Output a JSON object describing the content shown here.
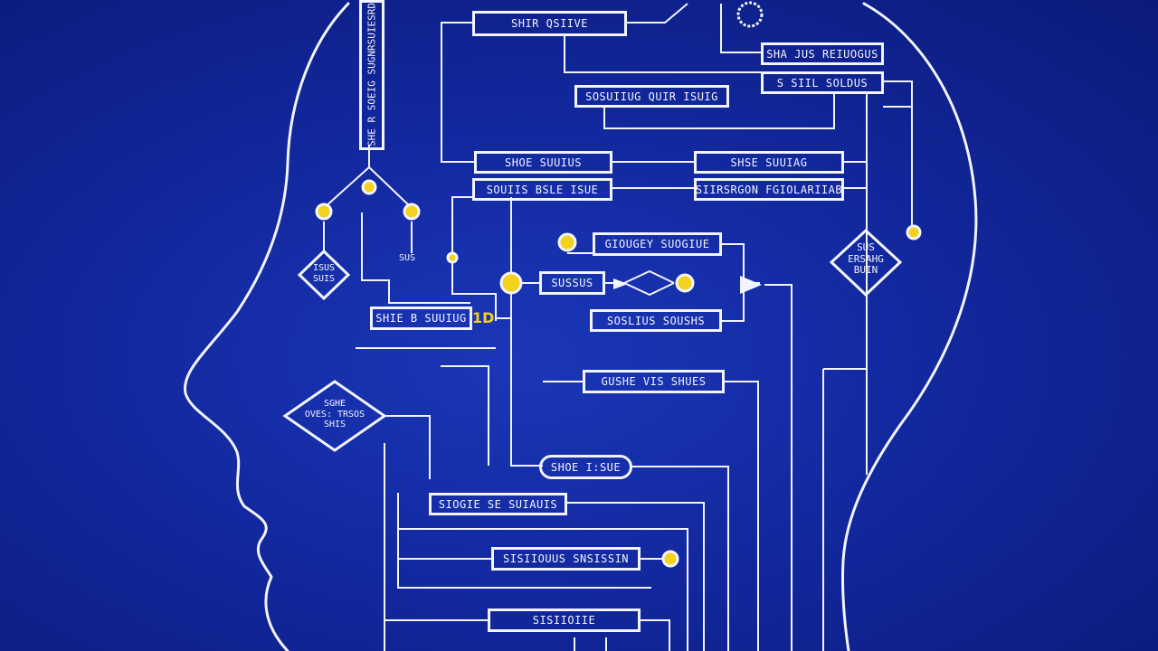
{
  "colors": {
    "background": "#12289e",
    "line": "#f2f4ff",
    "node_fill": "#f2d21c",
    "node_stroke": "#f2f4ff"
  },
  "boxes": {
    "top_center": "SHIR QSIIVE",
    "top_right_1": "SHA JUS REIUOGUS",
    "top_right_2": "S SIIL SOLDUS",
    "upper_mid": "SOSUIIUG QUIR ISUIG",
    "mid_left_1": "SHOE SUUIUS",
    "mid_left_2": "SOUIIS BSLE ISUE",
    "mid_right_1": "SHSE SUUIAG",
    "mid_right_2": "SIIRSRGON FGIOLARIIAB",
    "center_top": "GIOUGEY SUOGIUE",
    "center_small": "SUSSUS",
    "center_bottom": "SOSLIUS SOUSHS",
    "left_label": "SHIE B SUUIUG",
    "left_accent": "1D",
    "lower_mid": "GUSHE VIS SHUES",
    "pill": "SHOE I:SUE",
    "lower_1": "SIOGIE SE SUIAUIS",
    "lower_2": "SISIIOUUS SNSISSIN",
    "lower_3": "SISIIOIIE"
  },
  "vertical_label": "SHE R SOEIG SUGNRSUIESRD",
  "diamonds": {
    "left_small": "ISUS\nSUIS",
    "left_large": "SGHE\nOVES: TRSOS\nSHIS",
    "right": "SUS\nERSAHG\nBUIN"
  },
  "small_labels": {
    "left_tag": "SUS"
  }
}
